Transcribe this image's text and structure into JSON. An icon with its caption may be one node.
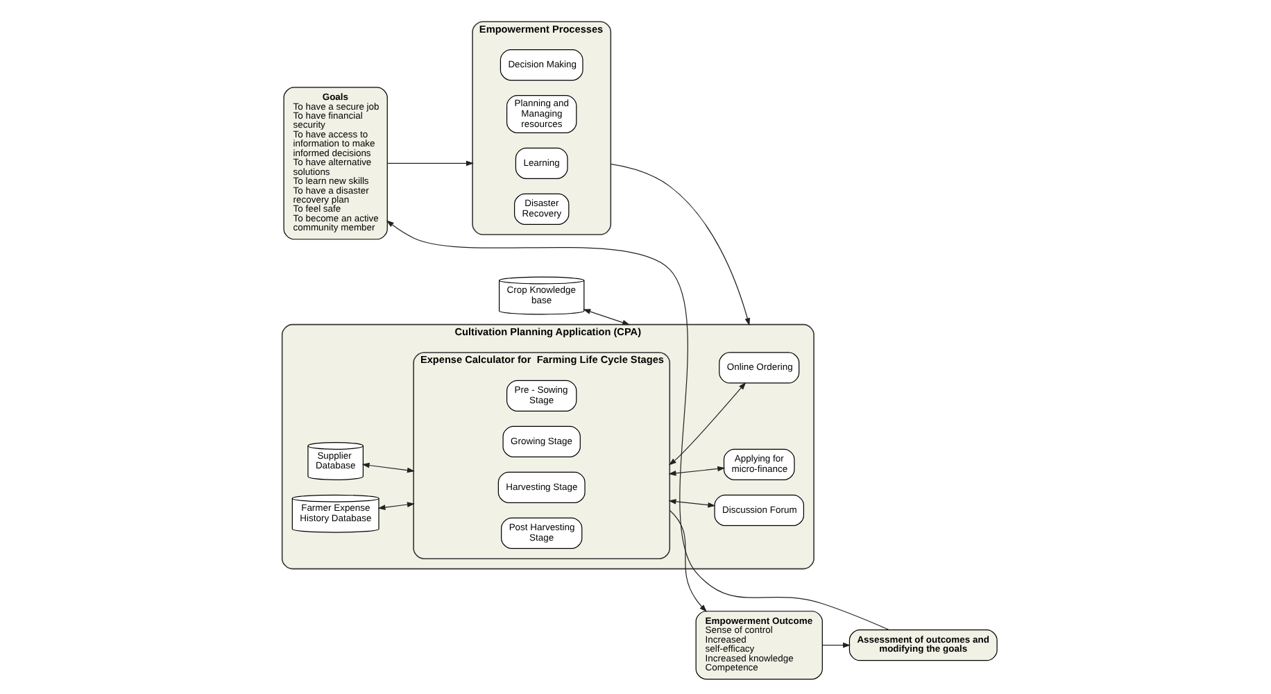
{
  "diagram": {
    "nodes": [
      {
        "text": [
          "Goals",
          "To have a secure job",
          "To have financial security",
          "To have access to information to make informed decisions",
          "To have alternative solutions",
          "To learn new skills",
          "To have a disaster recovery plan",
          "To feel safe",
          "To become an active community member"
        ]
      },
      {
        "text": [
          "Empowerment Processes"
        ]
      },
      {
        "text": [
          "Decision Making"
        ],
        "in": 1
      },
      {
        "text": [
          "Planning and Managing resources"
        ],
        "in": 1
      },
      {
        "text": [
          "Learning"
        ],
        "in": 1
      },
      {
        "text": [
          "Disaster Recovery"
        ],
        "in": 1
      },
      {
        "text": [
          "Crop Knowledge base"
        ]
      },
      {
        "text": [
          "Cultivation Planning Application (CPA)"
        ]
      },
      {
        "text": [
          "Supplier  Database"
        ],
        "in": 7
      },
      {
        "text": [
          "Farmer Expense History Database"
        ],
        "in": 7
      },
      {
        "text": [
          "Expense Calculator for  Farming Life Cycle Stages"
        ],
        "in": 7
      },
      {
        "text": [
          "Pre - Sowing Stage"
        ],
        "in": 10
      },
      {
        "text": [
          "Growing Stage"
        ],
        "in": 10
      },
      {
        "text": [
          "Harvesting Stage"
        ],
        "in": 10
      },
      {
        "text": [
          "Post Harvesting Stage"
        ],
        "in": 10
      },
      {
        "text": [
          "Online Ordering"
        ],
        "in": 7
      },
      {
        "text": [
          "Discussion Forum"
        ],
        "in": 7
      },
      {
        "text": [
          "Applying for micro-finance"
        ],
        "in": 7
      },
      {
        "text": [
          "Empowerment Outcome",
          "Sense of control",
          "Increased self-efficacy",
          "Increased knowledge",
          "Competence"
        ]
      },
      {
        "text": [
          "Assessment of outcomes and modifying the goals"
        ]
      }
    ],
    "edges": [
      {
        "from": 0,
        "to": 1,
        "arrow": "to"
      },
      {
        "from": 1,
        "to": 7,
        "arrow": "to"
      },
      {
        "from": 6,
        "to": 7,
        "arrow": "both"
      },
      {
        "from": 8,
        "to": 10,
        "arrow": "both"
      },
      {
        "from": 9,
        "to": 10,
        "arrow": "both"
      },
      {
        "from": 10,
        "to": 15,
        "arrow": "both"
      },
      {
        "from": 10,
        "to": 16,
        "arrow": "both"
      },
      {
        "from": 10,
        "to": 17,
        "arrow": "both"
      },
      {
        "from": 10,
        "to": 18,
        "arrow": "to"
      },
      {
        "from": 18,
        "to": 19,
        "arrow": "to"
      },
      {
        "from": 19,
        "to": 0,
        "arrow": "to"
      }
    ]
  }
}
